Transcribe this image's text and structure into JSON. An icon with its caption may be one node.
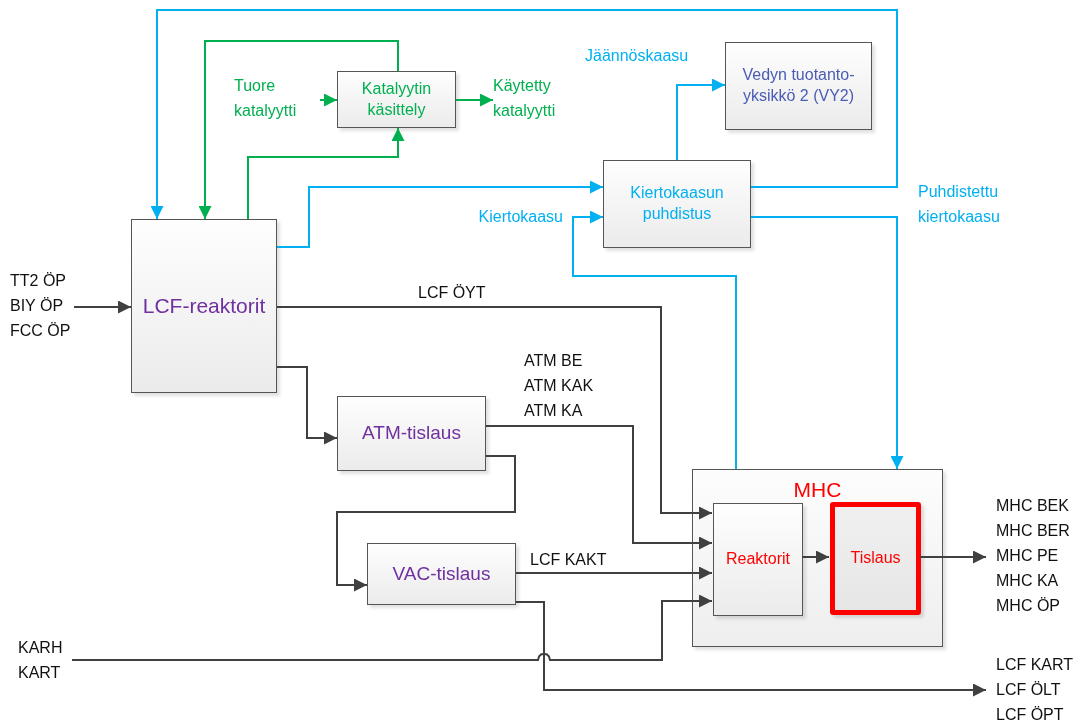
{
  "diagram": {
    "nodes": [
      {
        "text": [
          "LCF-reaktorit"
        ]
      },
      {
        "text": [
          "Katalyytin käsittely"
        ]
      },
      {
        "text": [
          "Vedyn tuotanto-yksikkö 2 (VY2)"
        ]
      },
      {
        "text": [
          "Kiertokaasun puhdistus"
        ]
      },
      {
        "text": [
          "ATM-tislaus"
        ]
      },
      {
        "text": [
          "VAC-tislaus"
        ]
      },
      {
        "text": [
          "MHC"
        ]
      },
      {
        "text": [
          "Reaktorit"
        ],
        "in": 6
      },
      {
        "text": [
          "Tislaus"
        ],
        "in": 6
      },
      {
        "text": [
          "TT2 ÖP BIY ÖP FCC ÖP"
        ]
      },
      {
        "text": [
          "Tuore katalyytti"
        ]
      },
      {
        "text": [
          "Käytetty katalyytti"
        ]
      },
      {
        "text": [
          "MHC BEK MHC BER MHC PE MHC KA MHC ÖP"
        ]
      },
      {
        "text": [
          "KARH KART"
        ]
      },
      {
        "text": [
          "LCF KART LCF ÖLT LCF ÖPT"
        ]
      }
    ],
    "edges": [
      {
        "from": 9,
        "to": 0,
        "arrow": "to"
      },
      {
        "from": 10,
        "to": 1,
        "arrow": "to",
        "color": "#00b050"
      },
      {
        "from": 1,
        "to": 11,
        "arrow": "to",
        "color": "#00b050"
      },
      {
        "from": 1,
        "to": 0,
        "arrow": "to",
        "color": "#00b050"
      },
      {
        "from": 0,
        "to": 1,
        "arrow": "to",
        "color": "#00b050"
      },
      {
        "from": 3,
        "to": 0,
        "arrow": "to",
        "color": "#00b0f0"
      },
      {
        "from": 0,
        "to": 3,
        "arrow": "to",
        "color": "#00b0f0"
      },
      {
        "from": 3,
        "to": 2,
        "arrow": "to",
        "label": "Jäännöskaasu",
        "color": "#00b0f0"
      },
      {
        "from": 6,
        "to": 3,
        "arrow": "to",
        "label": "Kiertokaasu",
        "color": "#00b0f0"
      },
      {
        "from": 3,
        "to": 6,
        "arrow": "to",
        "label": "Puhdistettu kiertokaasu",
        "color": "#00b0f0"
      },
      {
        "from": 0,
        "to": 7,
        "arrow": "to",
        "label": "LCF ÖYT"
      },
      {
        "from": 0,
        "to": 4,
        "arrow": "to"
      },
      {
        "from": 4,
        "to": 7,
        "arrow": "to",
        "label": "ATM BE ATM KAK ATM KA"
      },
      {
        "from": 4,
        "to": 5,
        "arrow": "to"
      },
      {
        "from": 5,
        "to": 7,
        "arrow": "to",
        "label": "LCF KAKT"
      },
      {
        "from": 13,
        "to": 7,
        "arrow": "to"
      },
      {
        "from": 5,
        "to": 14,
        "arrow": "to"
      },
      {
        "from": 7,
        "to": 8,
        "arrow": "to"
      },
      {
        "from": 8,
        "to": 12,
        "arrow": "to"
      }
    ]
  }
}
